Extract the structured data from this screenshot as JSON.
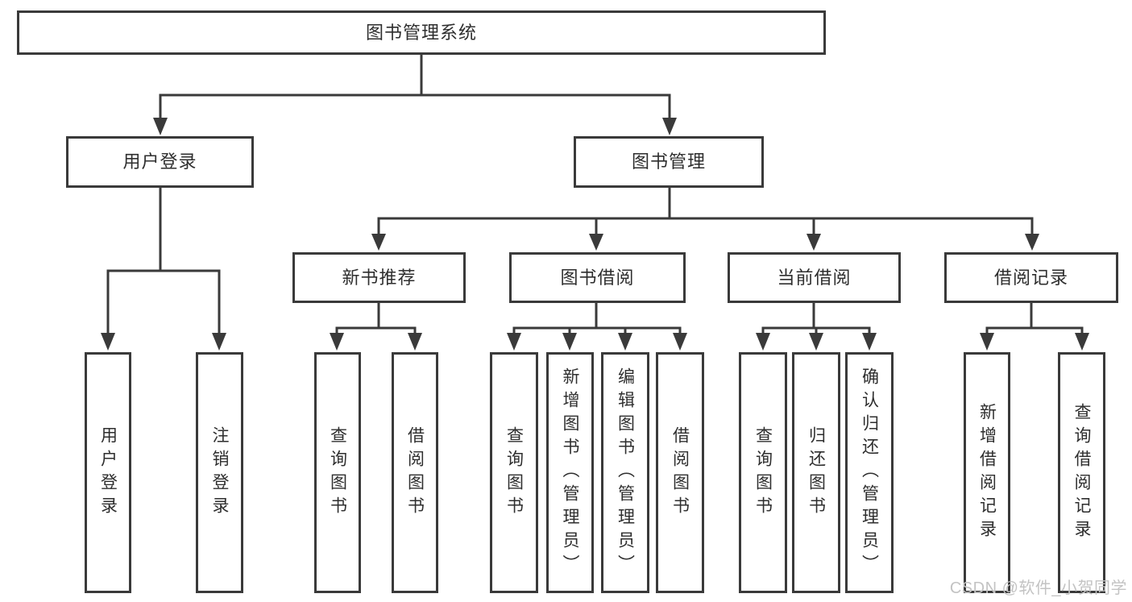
{
  "diagram": {
    "type": "function-structure-tree",
    "levels": 4
  },
  "nodes": {
    "root": {
      "label": "图书管理系统"
    },
    "user_login": {
      "label": "用户登录"
    },
    "book_mgmt": {
      "label": "图书管理"
    },
    "new_book_rec": {
      "label": "新书推荐"
    },
    "book_borrow": {
      "label": "图书借阅"
    },
    "current_borrow": {
      "label": "当前借阅"
    },
    "borrow_record": {
      "label": "借阅记录"
    },
    "leaf_user_login": {
      "label": "用户登录"
    },
    "leaf_logout": {
      "label": "注销登录"
    },
    "leaf_nb_query": {
      "label": "查询图书"
    },
    "leaf_nb_borrow": {
      "label": "借阅图书"
    },
    "leaf_bb_query": {
      "label": "查询图书"
    },
    "leaf_bb_add": {
      "label": "新增图书（管理员）"
    },
    "leaf_bb_edit": {
      "label": "编辑图书（管理员）"
    },
    "leaf_bb_borrow": {
      "label": "借阅图书"
    },
    "leaf_cb_query": {
      "label": "查询图书"
    },
    "leaf_cb_return": {
      "label": "归还图书"
    },
    "leaf_cb_confirm": {
      "label": "确认归还（管理员）"
    },
    "leaf_br_add": {
      "label": "新增借阅记录"
    },
    "leaf_br_query": {
      "label": "查询借阅记录"
    }
  },
  "edges": [
    {
      "from": "图书管理系统",
      "to": [
        "用户登录",
        "图书管理"
      ]
    },
    {
      "from": "用户登录",
      "to": [
        "用户登录",
        "注销登录"
      ]
    },
    {
      "from": "图书管理",
      "to": [
        "新书推荐",
        "图书借阅",
        "当前借阅",
        "借阅记录"
      ]
    },
    {
      "from": "新书推荐",
      "to": [
        "查询图书",
        "借阅图书"
      ]
    },
    {
      "from": "图书借阅",
      "to": [
        "查询图书",
        "新增图书（管理员）",
        "编辑图书（管理员）",
        "借阅图书"
      ]
    },
    {
      "from": "当前借阅",
      "to": [
        "查询图书",
        "归还图书",
        "确认归还（管理员）"
      ]
    },
    {
      "from": "借阅记录",
      "to": [
        "新增借阅记录",
        "查询借阅记录"
      ]
    }
  ],
  "watermark": {
    "text": "CSDN @软件_小贺同学"
  },
  "colors": {
    "line": "#3a3a3a",
    "box_border": "#3a3a3a",
    "text": "#2e2e2e",
    "background": "#ffffff",
    "watermark": "#c3c3c3"
  }
}
